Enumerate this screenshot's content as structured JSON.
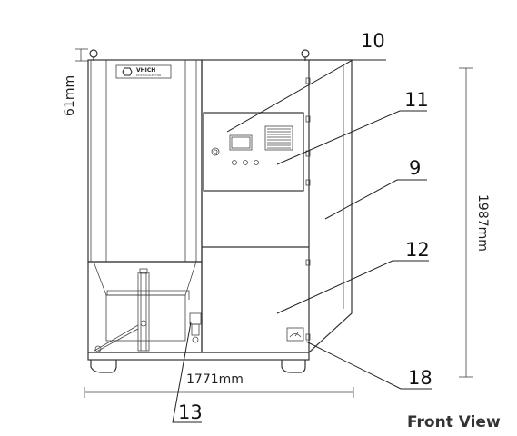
{
  "diagram": {
    "view_title": "Front View",
    "brand_label": "VHICH",
    "brand_subtitle": "DUST COLLECTOR",
    "dimensions": {
      "width": "1771mm",
      "height": "1987mm",
      "top": "61mm"
    },
    "callouts": {
      "c10": "10",
      "c11": "11",
      "c9": "9",
      "c12": "12",
      "c13": "13",
      "c18": "18"
    }
  }
}
